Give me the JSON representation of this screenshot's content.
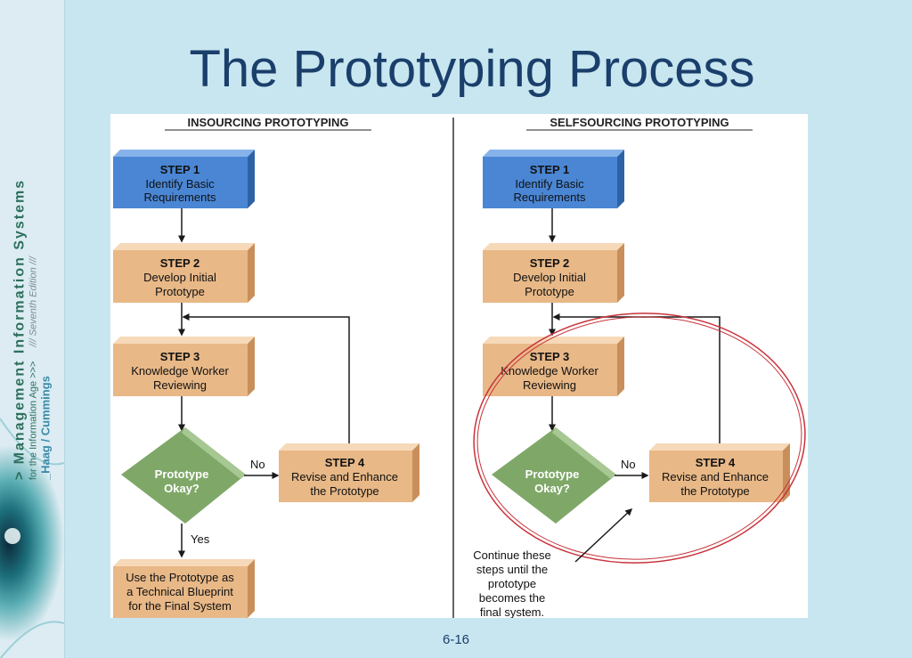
{
  "sidebar": {
    "brand_line1": "> Management Information Systems",
    "brand_line2": "for the Information Age >>>",
    "edition": "/// Seventh Edition ///",
    "authors": "_Haag / Cummings"
  },
  "slide": {
    "title": "The Prototyping Process",
    "page_number": "6-16"
  },
  "diagram": {
    "insourcing": {
      "heading": "INSOURCING PROTOTYPING",
      "step1": {
        "label": "STEP 1",
        "line1": "Identify Basic",
        "line2": "Requirements"
      },
      "step2": {
        "label": "STEP 2",
        "line1": "Develop Initial",
        "line2": "Prototype"
      },
      "step3": {
        "label": "STEP 3",
        "line1": "Knowledge Worker",
        "line2": "Reviewing"
      },
      "decision": {
        "line1": "Prototype",
        "line2": "Okay?"
      },
      "no_label": "No",
      "yes_label": "Yes",
      "step4": {
        "label": "STEP 4",
        "line1": "Revise and Enhance",
        "line2": "the Prototype"
      },
      "final": {
        "line1": "Use the Prototype as",
        "line2": "a Technical Blueprint",
        "line3": "for the Final System"
      }
    },
    "selfsourcing": {
      "heading": "SELFSOURCING PROTOTYPING",
      "step1": {
        "label": "STEP 1",
        "line1": "Identify Basic",
        "line2": "Requirements"
      },
      "step2": {
        "label": "STEP 2",
        "line1": "Develop Initial",
        "line2": "Prototype"
      },
      "step3": {
        "label": "STEP 3",
        "line1": "Knowledge Worker",
        "line2": "Reviewing"
      },
      "decision": {
        "line1": "Prototype",
        "line2": "Okay?"
      },
      "no_label": "No",
      "step4": {
        "label": "STEP 4",
        "line1": "Revise and Enhance",
        "line2": "the Prototype"
      },
      "note": {
        "line1": "Continue these",
        "line2": "steps until the",
        "line3": "prototype",
        "line4": "becomes the",
        "line5": "final system."
      }
    }
  },
  "colors": {
    "title": "#1b3f6b",
    "blue_box": "#4a86d4",
    "orange_box": "#e8b887",
    "green_diamond": "#7fa868",
    "circle": "#c8333b"
  }
}
